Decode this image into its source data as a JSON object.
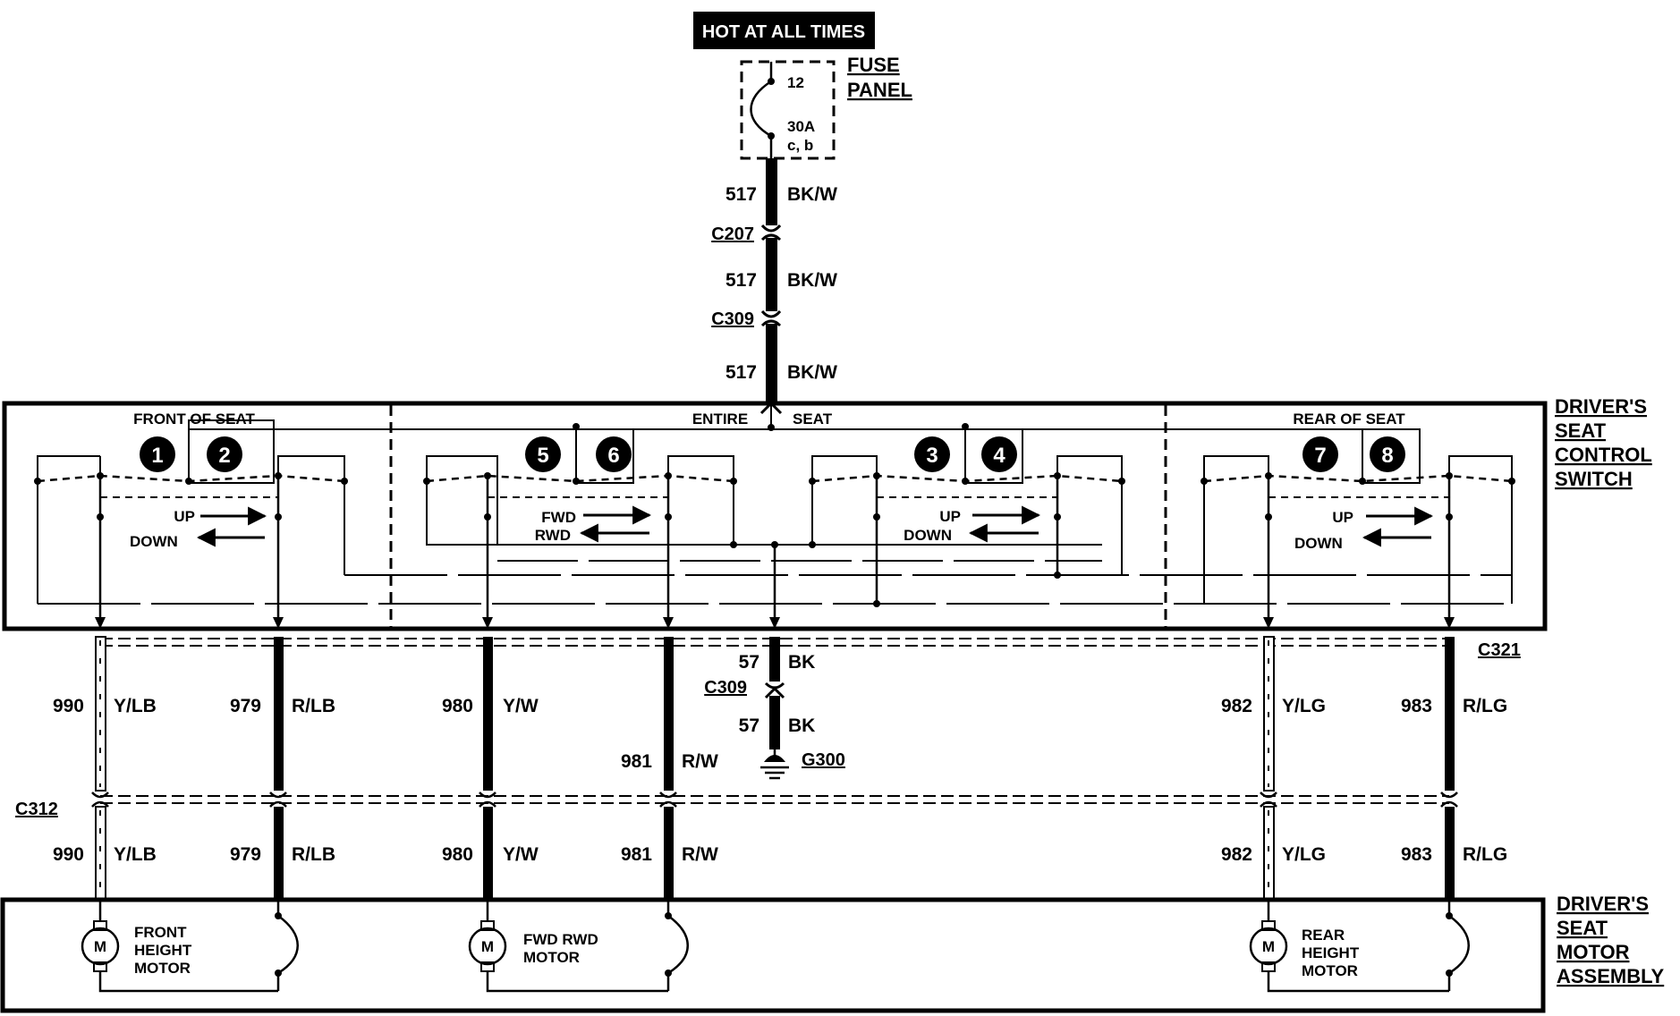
{
  "power": {
    "banner": "HOT AT ALL TIMES"
  },
  "fuse": {
    "panel_line1": "FUSE",
    "panel_line2": "PANEL",
    "number": "12",
    "rating": "30A",
    "notes": "c, b"
  },
  "feed_wires": [
    {
      "circuit": "517",
      "color": "BK/W"
    },
    {
      "circuit": "517",
      "color": "BK/W"
    },
    {
      "circuit": "517",
      "color": "BK/W"
    }
  ],
  "connectors": {
    "c207": "C207",
    "c309_top": "C309",
    "c309_bottom": "C309",
    "c321": "C321",
    "c312": "C312"
  },
  "switch": {
    "title": [
      "DRIVER'S",
      "SEAT",
      "CONTROL",
      "SWITCH"
    ],
    "front_section": "FRONT OF SEAT",
    "entire_section": [
      "ENTIRE",
      "SEAT"
    ],
    "rear_section": "REAR OF SEAT",
    "contacts": [
      "1",
      "2",
      "5",
      "6",
      "3",
      "4",
      "7",
      "8"
    ],
    "front_dirs": [
      "UP",
      "DOWN"
    ],
    "fwd_dirs": [
      "FWD",
      "RWD"
    ],
    "entire_dirs": [
      "UP",
      "DOWN"
    ],
    "rear_dirs": [
      "UP",
      "DOWN"
    ]
  },
  "ground": {
    "circuit_upper": "57",
    "color_upper": "BK",
    "circuit_lower": "57",
    "color_lower": "BK",
    "point": "G300"
  },
  "harness_upper": [
    {
      "circuit": "990",
      "color": "Y/LB"
    },
    {
      "circuit": "979",
      "color": "R/LB"
    },
    {
      "circuit": "980",
      "color": "Y/W"
    },
    {
      "circuit": "981",
      "color": "R/W"
    },
    {
      "circuit": "982",
      "color": "Y/LG"
    },
    {
      "circuit": "983",
      "color": "R/LG"
    }
  ],
  "harness_lower": [
    {
      "circuit": "990",
      "color": "Y/LB"
    },
    {
      "circuit": "979",
      "color": "R/LB"
    },
    {
      "circuit": "980",
      "color": "Y/W"
    },
    {
      "circuit": "981",
      "color": "R/W"
    },
    {
      "circuit": "982",
      "color": "Y/LG"
    },
    {
      "circuit": "983",
      "color": "R/LG"
    }
  ],
  "motor_assembly": {
    "title": [
      "DRIVER'S",
      "SEAT",
      "MOTOR",
      "ASSEMBLY"
    ],
    "motor_symbol": "M",
    "front_motor": [
      "FRONT",
      "HEIGHT",
      "MOTOR"
    ],
    "fwd_motor": [
      "FWD RWD",
      "MOTOR"
    ],
    "rear_motor": [
      "REAR",
      "HEIGHT",
      "MOTOR"
    ]
  }
}
